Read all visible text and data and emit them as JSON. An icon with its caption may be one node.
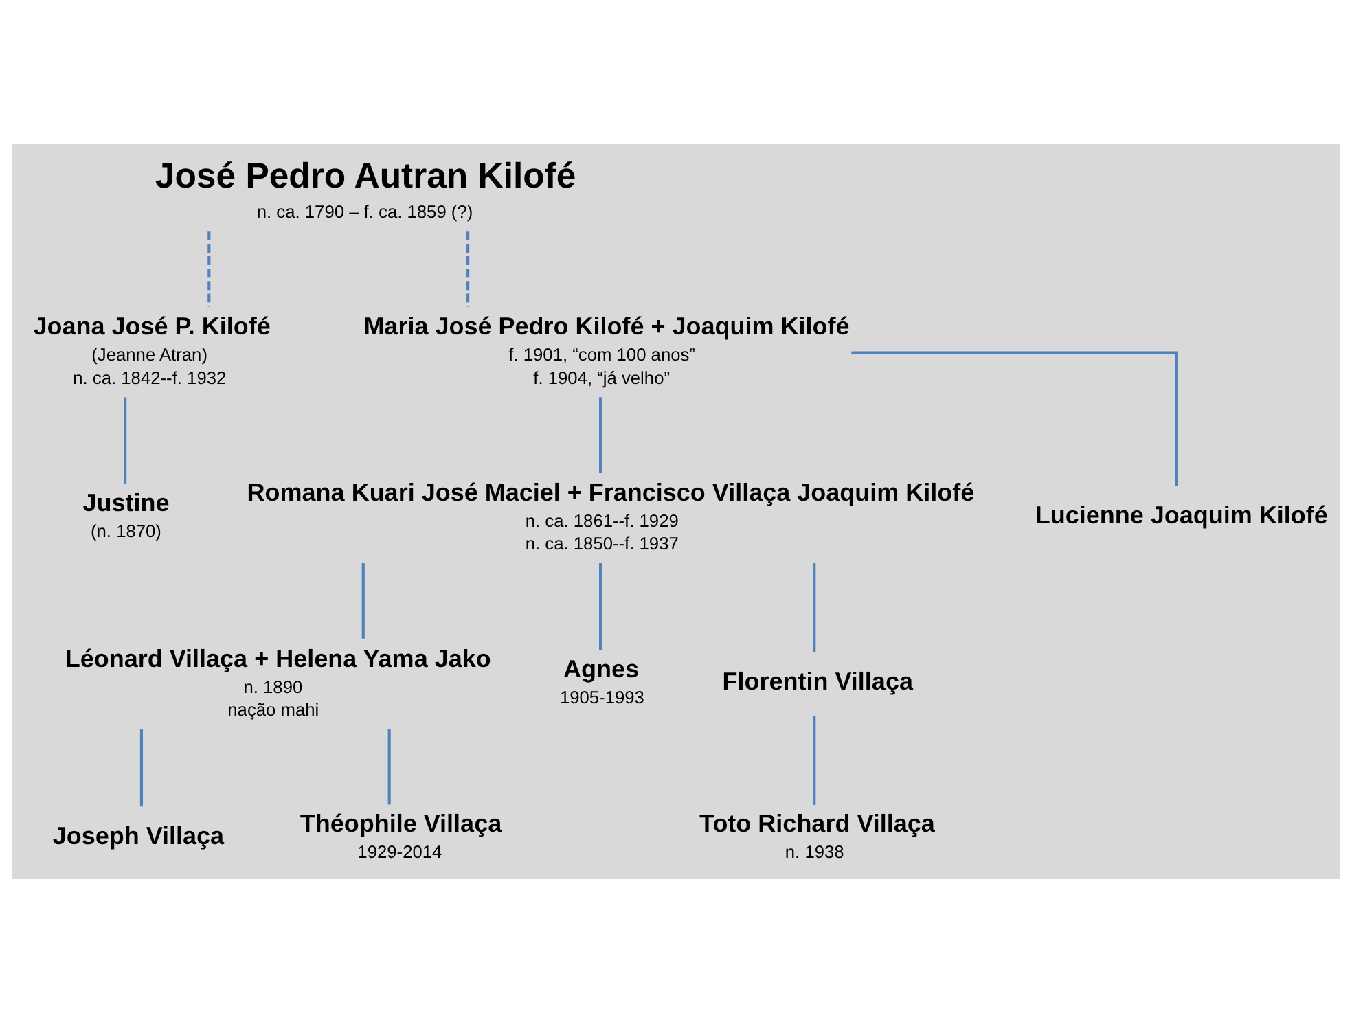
{
  "diagram": {
    "nodes": [
      {
        "text": [
          "José Pedro Autran Kilofé",
          "n. ca. 1790 – f. ca. 1859 (?)"
        ]
      },
      {
        "text": [
          "Joana José P. Kilofé",
          "(Jeanne Atran)",
          "n. ca. 1842--f. 1932"
        ]
      },
      {
        "text": [
          "Maria José Pedro Kilofé + Joaquim Kilofé",
          "f. 1901, “com 100 anos”",
          "f. 1904, “já velho”"
        ]
      },
      {
        "text": [
          "Justine",
          "(n. 1870)"
        ]
      },
      {
        "text": [
          "Romana Kuari José Maciel + Francisco Villaça Joaquim Kilofé",
          "n. ca. 1861--f. 1929",
          "n. ca. 1850--f. 1937"
        ]
      },
      {
        "text": [
          "Lucienne Joaquim Kilofé"
        ]
      },
      {
        "text": [
          "Léonard Villaça + Helena Yama Jako",
          "n. 1890",
          "nação mahi"
        ]
      },
      {
        "text": [
          "Agnes",
          "1905-1993"
        ]
      },
      {
        "text": [
          "Florentin Villaça"
        ]
      },
      {
        "text": [
          "Joseph Villaça"
        ]
      },
      {
        "text": [
          "Théophile Villaça",
          "1929-2014"
        ]
      },
      {
        "text": [
          "Toto Richard Villaça",
          "n. 1938"
        ]
      }
    ],
    "edges": [
      {
        "from": 0,
        "to": 1,
        "arrow": "none",
        "style": "dashed"
      },
      {
        "from": 0,
        "to": 2,
        "arrow": "none",
        "style": "dashed"
      },
      {
        "from": 1,
        "to": 3,
        "arrow": "none"
      },
      {
        "from": 2,
        "to": 4,
        "arrow": "none"
      },
      {
        "from": 2,
        "to": 5,
        "arrow": "none"
      },
      {
        "from": 4,
        "to": 6,
        "arrow": "none"
      },
      {
        "from": 4,
        "to": 7,
        "arrow": "none"
      },
      {
        "from": 4,
        "to": 8,
        "arrow": "none"
      },
      {
        "from": 6,
        "to": 9,
        "arrow": "none"
      },
      {
        "from": 6,
        "to": 10,
        "arrow": "none"
      },
      {
        "from": 8,
        "to": 11,
        "arrow": "none"
      }
    ]
  }
}
